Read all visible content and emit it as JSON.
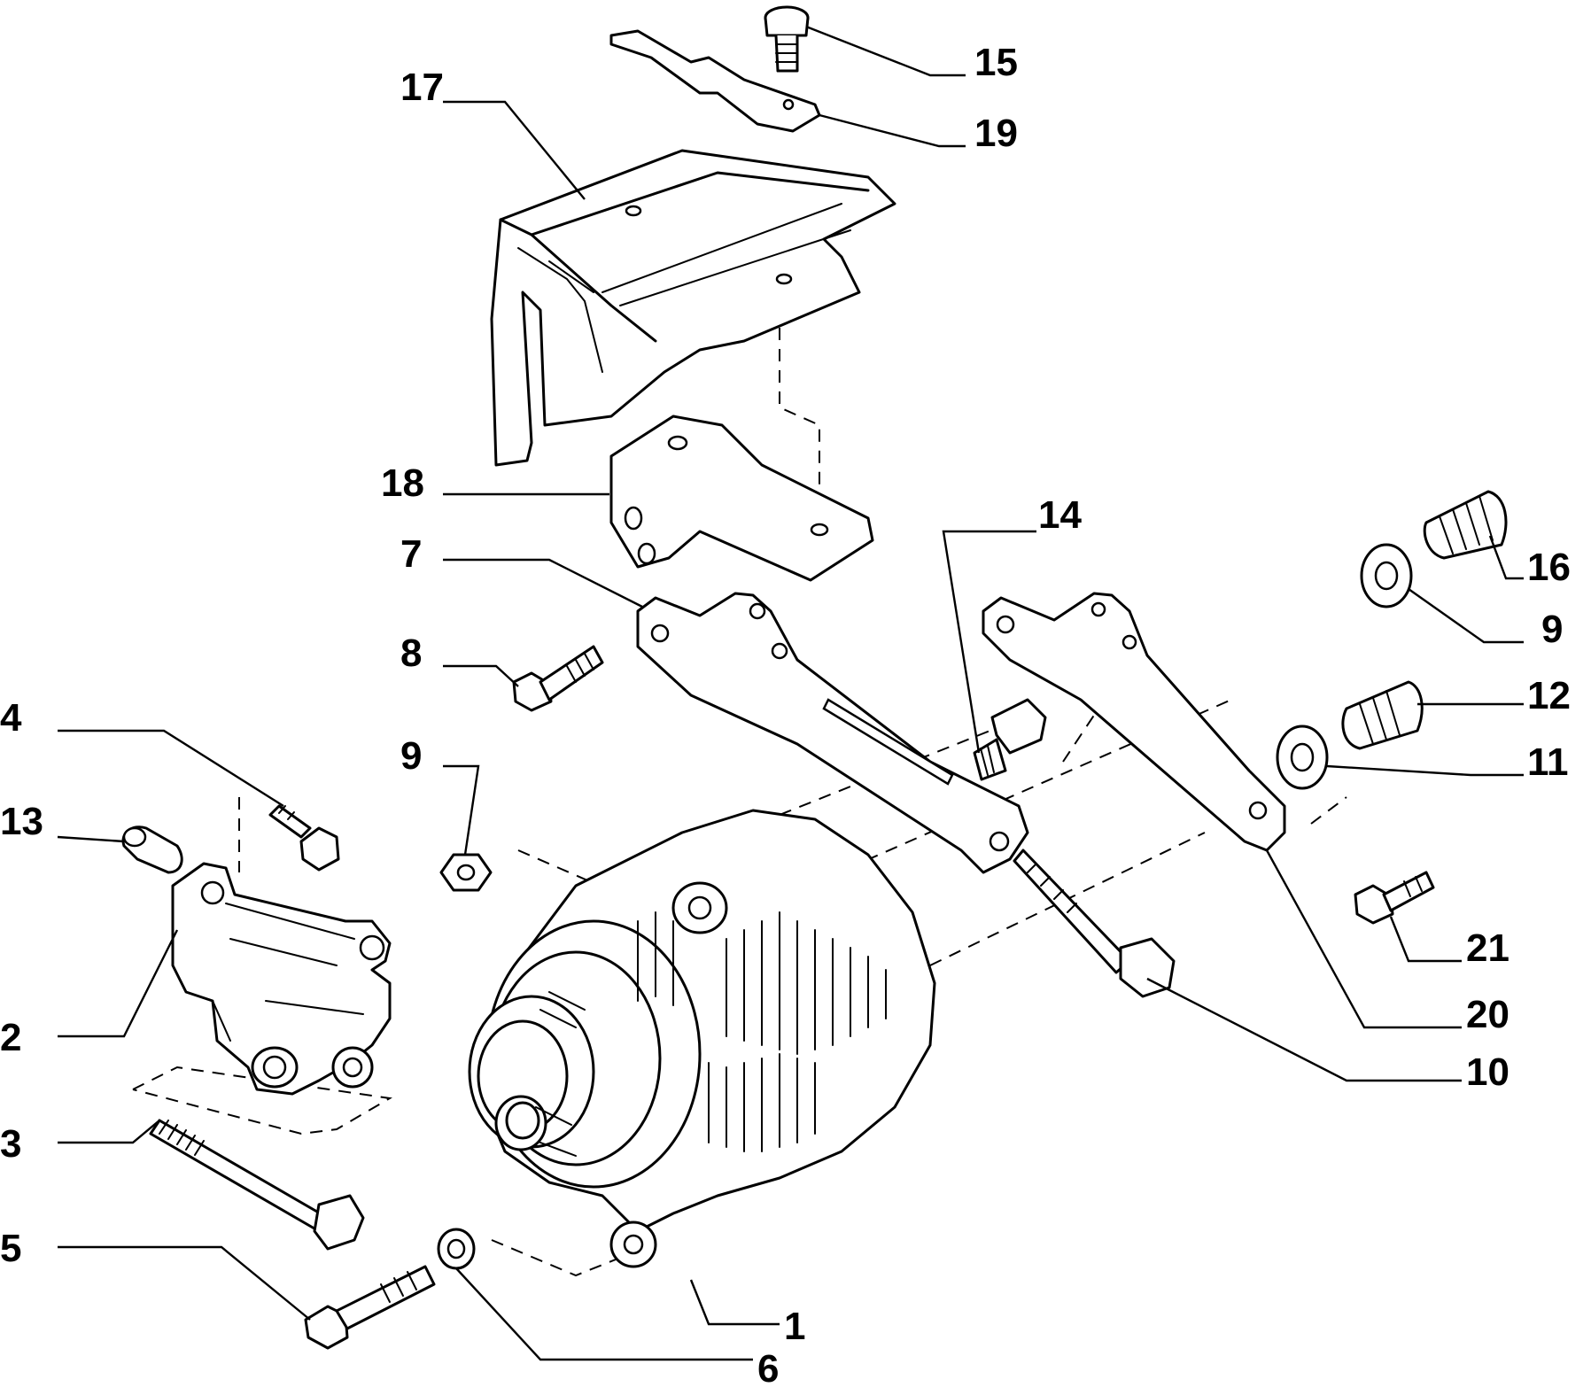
{
  "colors": {
    "line": "#000000",
    "background": "#ffffff"
  },
  "callouts": {
    "c1": "1",
    "c2": "2",
    "c3": "3",
    "c4": "4",
    "c5": "5",
    "c6": "6",
    "c7": "7",
    "c8": "8",
    "c9a": "9",
    "c9b": "9",
    "c10": "10",
    "c11": "11",
    "c12": "12",
    "c13": "13",
    "c14": "14",
    "c15": "15",
    "c16": "16",
    "c17": "17",
    "c18": "18",
    "c19": "19",
    "c20": "20",
    "c21": "21"
  }
}
